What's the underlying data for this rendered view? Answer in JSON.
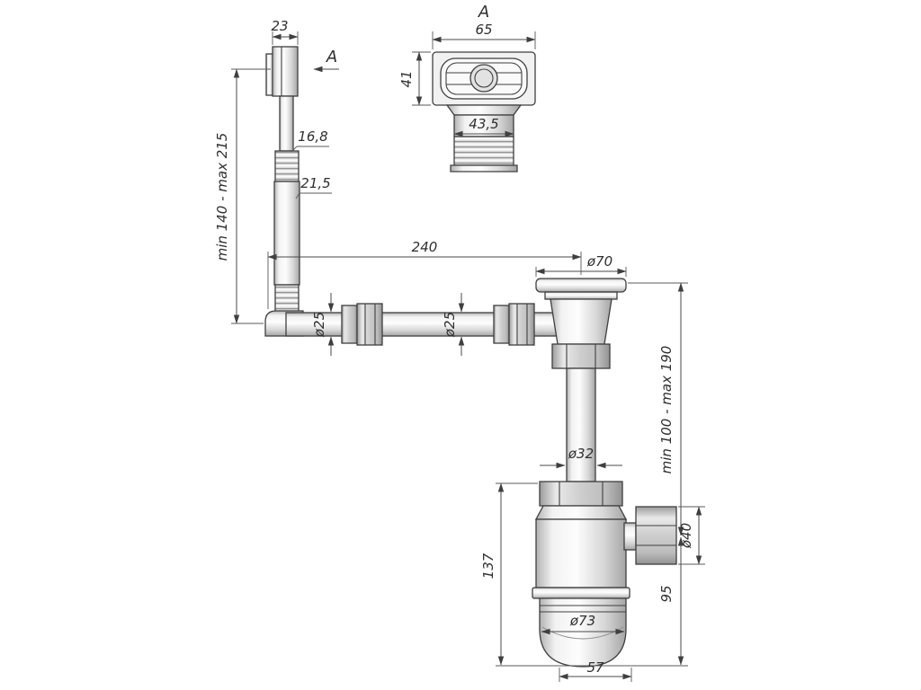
{
  "drawing": {
    "labels": {
      "dim_23": "23",
      "section_arrow": "A",
      "dim_16_8": "16,8",
      "dim_21_5": "21,5",
      "dim_min_140_max_215": "min 140 - max 215",
      "section_view_title": "A",
      "dim_65": "65",
      "dim_41": "41",
      "dim_43_5": "43,5",
      "dim_240": "240",
      "dim_d70": "ø70",
      "dim_d25_first": "ø25",
      "dim_d25_second": "ø25",
      "dim_d32": "ø32",
      "dim_min_100_max_190": "min 100 - max 190",
      "dim_d40": "ø40",
      "dim_137": "137",
      "dim_95": "95",
      "dim_d73": "ø73",
      "dim_57": "57"
    },
    "colors": {
      "line": "#3f3f3f",
      "dim_line": "#4a4a4a",
      "background": "#ffffff",
      "metal_light": "#f6f6f6",
      "metal_dark": "#aaaaaa"
    }
  }
}
